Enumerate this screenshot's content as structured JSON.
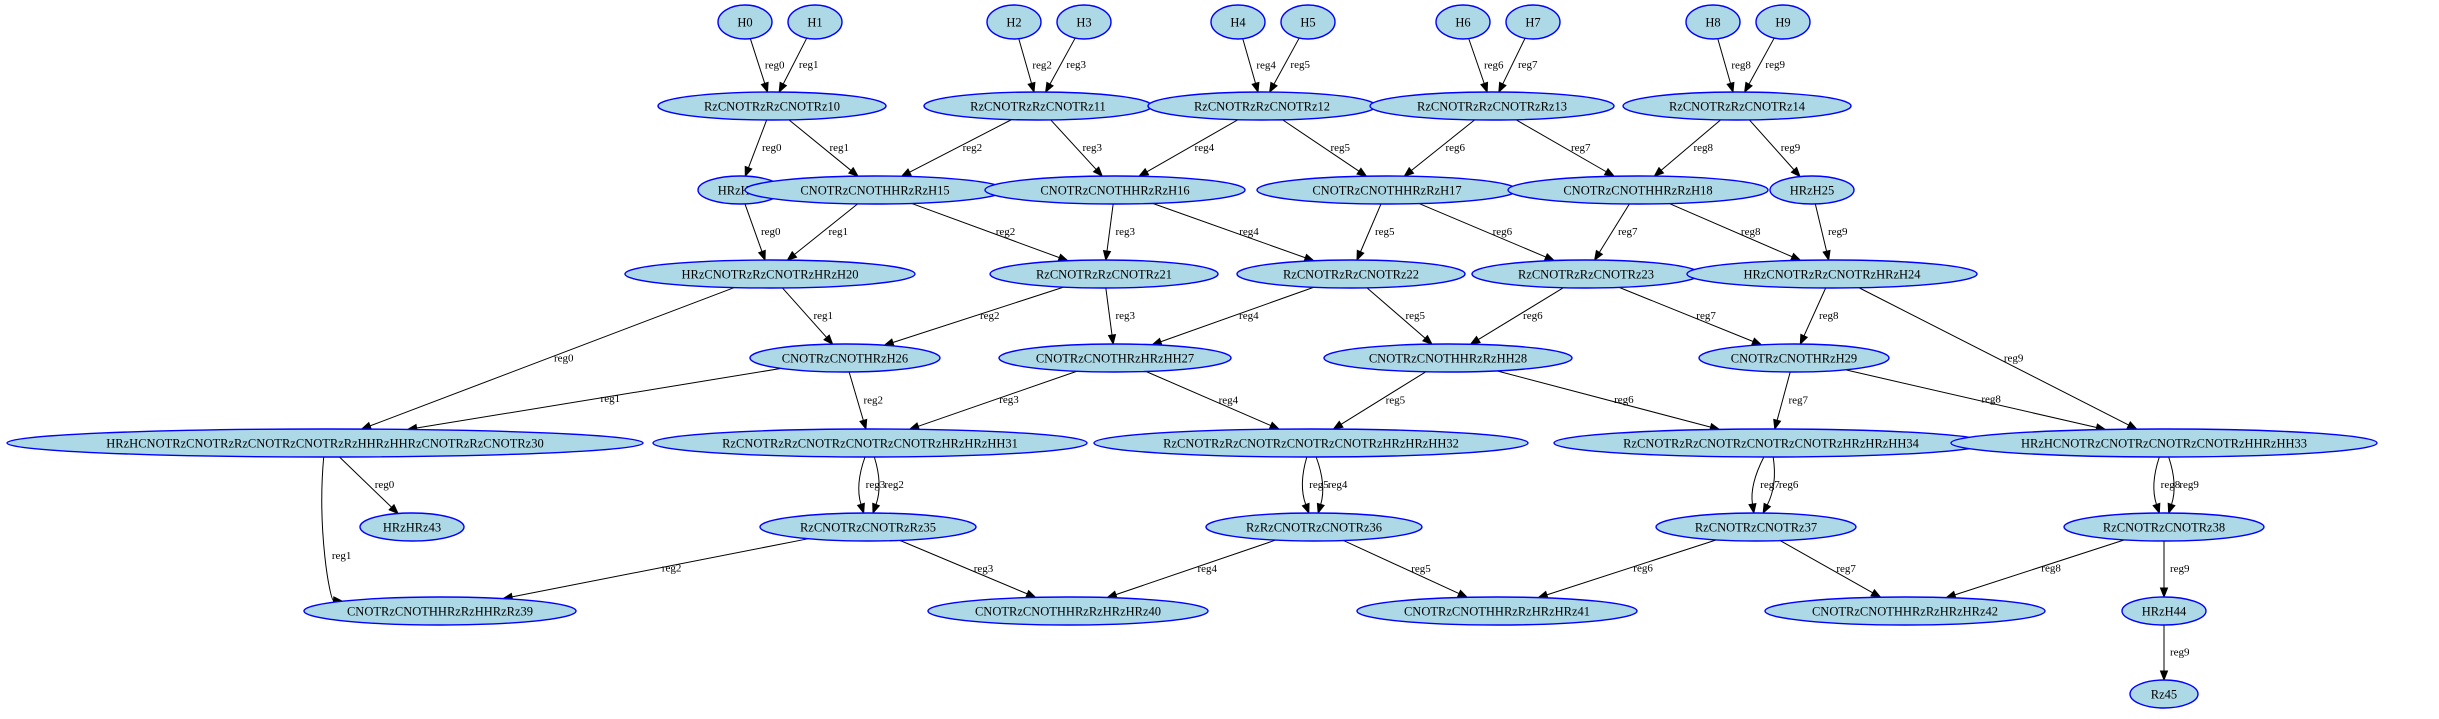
{
  "nodes": [
    {
      "id": "H0",
      "label": "H0"
    },
    {
      "id": "H1",
      "label": "H1"
    },
    {
      "id": "H2",
      "label": "H2"
    },
    {
      "id": "H3",
      "label": "H3"
    },
    {
      "id": "H4",
      "label": "H4"
    },
    {
      "id": "H5",
      "label": "H5"
    },
    {
      "id": "H6",
      "label": "H6"
    },
    {
      "id": "H7",
      "label": "H7"
    },
    {
      "id": "H8",
      "label": "H8"
    },
    {
      "id": "H9",
      "label": "H9"
    },
    {
      "id": "N10",
      "label": "RzCNOTRzRzCNOTRz10"
    },
    {
      "id": "N11",
      "label": "RzCNOTRzRzCNOTRz11"
    },
    {
      "id": "N12",
      "label": "RzCNOTRzRzCNOTRz12"
    },
    {
      "id": "N13",
      "label": "RzCNOTRzRzCNOTRzRz13"
    },
    {
      "id": "N14",
      "label": "RzCNOTRzRzCNOTRz14"
    },
    {
      "id": "N19",
      "label": "HRzH19"
    },
    {
      "id": "N15",
      "label": "CNOTRzCNOTHHRzRzH15"
    },
    {
      "id": "N16",
      "label": "CNOTRzCNOTHHRzRzH16"
    },
    {
      "id": "N17",
      "label": "CNOTRzCNOTHHRzRzH17"
    },
    {
      "id": "N18",
      "label": "CNOTRzCNOTHHRzRzH18"
    },
    {
      "id": "N25",
      "label": "HRzH25"
    },
    {
      "id": "N20",
      "label": "HRzCNOTRzRzCNOTRzHRzH20"
    },
    {
      "id": "N21",
      "label": "RzCNOTRzRzCNOTRz21"
    },
    {
      "id": "N22",
      "label": "RzCNOTRzRzCNOTRz22"
    },
    {
      "id": "N23",
      "label": "RzCNOTRzRzCNOTRz23"
    },
    {
      "id": "N24",
      "label": "HRzCNOTRzRzCNOTRzHRzH24"
    },
    {
      "id": "N26",
      "label": "CNOTRzCNOTHRzH26"
    },
    {
      "id": "N27",
      "label": "CNOTRzCNOTHRzHRzHH27"
    },
    {
      "id": "N28",
      "label": "CNOTRzCNOTHHRzRzHH28"
    },
    {
      "id": "N29",
      "label": "CNOTRzCNOTHRzH29"
    },
    {
      "id": "N30",
      "label": "HRzHCNOTRzCNOTRzRzCNOTRzCNOTRzRzHHRzHHRzCNOTRzRzCNOTRz30"
    },
    {
      "id": "N31",
      "label": "RzCNOTRzRzCNOTRzCNOTRzCNOTRzHRzHRzHH31"
    },
    {
      "id": "N32",
      "label": "RzCNOTRzRzCNOTRzCNOTRzCNOTRzHRzHRzHH32"
    },
    {
      "id": "N34",
      "label": "RzCNOTRzRzCNOTRzCNOTRzCNOTRzHRzHRzHH34"
    },
    {
      "id": "N33",
      "label": "HRzHCNOTRzCNOTRzCNOTRzCNOTRzHHRzHH33"
    },
    {
      "id": "N43",
      "label": "HRzHRz43"
    },
    {
      "id": "N35",
      "label": "RzCNOTRzCNOTRzRz35"
    },
    {
      "id": "N36",
      "label": "RzRzCNOTRzCNOTRz36"
    },
    {
      "id": "N37",
      "label": "RzCNOTRzCNOTRz37"
    },
    {
      "id": "N38",
      "label": "RzCNOTRzCNOTRz38"
    },
    {
      "id": "N39",
      "label": "CNOTRzCNOTHHRzRzHHRzRz39"
    },
    {
      "id": "N40",
      "label": "CNOTRzCNOTHHRzRzHRzHRz40"
    },
    {
      "id": "N41",
      "label": "CNOTRzCNOTHHRzRzHRzHRz41"
    },
    {
      "id": "N42",
      "label": "CNOTRzCNOTHHRzRzHRzHRz42"
    },
    {
      "id": "N44",
      "label": "HRzH44"
    },
    {
      "id": "N45",
      "label": "Rz45"
    }
  ],
  "edges": [
    {
      "from": "H0",
      "to": "N10",
      "label": "reg0"
    },
    {
      "from": "H1",
      "to": "N10",
      "label": "reg1"
    },
    {
      "from": "H2",
      "to": "N11",
      "label": "reg2"
    },
    {
      "from": "H3",
      "to": "N11",
      "label": "reg3"
    },
    {
      "from": "H4",
      "to": "N12",
      "label": "reg4"
    },
    {
      "from": "H5",
      "to": "N12",
      "label": "reg5"
    },
    {
      "from": "H6",
      "to": "N13",
      "label": "reg6"
    },
    {
      "from": "H7",
      "to": "N13",
      "label": "reg7"
    },
    {
      "from": "H8",
      "to": "N14",
      "label": "reg8"
    },
    {
      "from": "H9",
      "to": "N14",
      "label": "reg9"
    },
    {
      "from": "N10",
      "to": "N19",
      "label": "reg0"
    },
    {
      "from": "N10",
      "to": "N15",
      "label": "reg1"
    },
    {
      "from": "N11",
      "to": "N15",
      "label": "reg2"
    },
    {
      "from": "N11",
      "to": "N16",
      "label": "reg3"
    },
    {
      "from": "N12",
      "to": "N16",
      "label": "reg4"
    },
    {
      "from": "N12",
      "to": "N17",
      "label": "reg5"
    },
    {
      "from": "N13",
      "to": "N17",
      "label": "reg6"
    },
    {
      "from": "N13",
      "to": "N18",
      "label": "reg7"
    },
    {
      "from": "N14",
      "to": "N18",
      "label": "reg8"
    },
    {
      "from": "N14",
      "to": "N25",
      "label": "reg9"
    },
    {
      "from": "N19",
      "to": "N20",
      "label": "reg0"
    },
    {
      "from": "N15",
      "to": "N20",
      "label": "reg1"
    },
    {
      "from": "N15",
      "to": "N21",
      "label": "reg2"
    },
    {
      "from": "N16",
      "to": "N21",
      "label": "reg3"
    },
    {
      "from": "N16",
      "to": "N22",
      "label": "reg4"
    },
    {
      "from": "N17",
      "to": "N22",
      "label": "reg5"
    },
    {
      "from": "N17",
      "to": "N23",
      "label": "reg6"
    },
    {
      "from": "N18",
      "to": "N23",
      "label": "reg7"
    },
    {
      "from": "N18",
      "to": "N24",
      "label": "reg8"
    },
    {
      "from": "N25",
      "to": "N24",
      "label": "reg9"
    },
    {
      "from": "N20",
      "to": "N30",
      "label": "reg0"
    },
    {
      "from": "N20",
      "to": "N26",
      "label": "reg1"
    },
    {
      "from": "N21",
      "to": "N26",
      "label": "reg2"
    },
    {
      "from": "N21",
      "to": "N27",
      "label": "reg3"
    },
    {
      "from": "N22",
      "to": "N27",
      "label": "reg4"
    },
    {
      "from": "N22",
      "to": "N28",
      "label": "reg5"
    },
    {
      "from": "N23",
      "to": "N28",
      "label": "reg6"
    },
    {
      "from": "N23",
      "to": "N29",
      "label": "reg7"
    },
    {
      "from": "N24",
      "to": "N29",
      "label": "reg8"
    },
    {
      "from": "N24",
      "to": "N33",
      "label": "reg9"
    },
    {
      "from": "N26",
      "to": "N30",
      "label": "reg1"
    },
    {
      "from": "N26",
      "to": "N31",
      "label": "reg2"
    },
    {
      "from": "N27",
      "to": "N31",
      "label": "reg3"
    },
    {
      "from": "N27",
      "to": "N32",
      "label": "reg4"
    },
    {
      "from": "N28",
      "to": "N32",
      "label": "reg5"
    },
    {
      "from": "N28",
      "to": "N34",
      "label": "reg6"
    },
    {
      "from": "N29",
      "to": "N34",
      "label": "reg7"
    },
    {
      "from": "N29",
      "to": "N33",
      "label": "reg8"
    },
    {
      "from": "N30",
      "to": "N43",
      "label": "reg0"
    },
    {
      "from": "N30",
      "to": "N39",
      "label": "reg1"
    },
    {
      "from": "N31",
      "to": "N35",
      "label": "reg3"
    },
    {
      "from": "N31",
      "to": "N35",
      "label": "reg2"
    },
    {
      "from": "N32",
      "to": "N36",
      "label": "reg5"
    },
    {
      "from": "N32",
      "to": "N36",
      "label": "reg4"
    },
    {
      "from": "N34",
      "to": "N37",
      "label": "reg7"
    },
    {
      "from": "N34",
      "to": "N37",
      "label": "reg6"
    },
    {
      "from": "N33",
      "to": "N38",
      "label": "reg8"
    },
    {
      "from": "N33",
      "to": "N38",
      "label": "reg9"
    },
    {
      "from": "N35",
      "to": "N39",
      "label": "reg2"
    },
    {
      "from": "N35",
      "to": "N40",
      "label": "reg3"
    },
    {
      "from": "N36",
      "to": "N40",
      "label": "reg4"
    },
    {
      "from": "N36",
      "to": "N41",
      "label": "reg5"
    },
    {
      "from": "N37",
      "to": "N41",
      "label": "reg6"
    },
    {
      "from": "N37",
      "to": "N42",
      "label": "reg7"
    },
    {
      "from": "N38",
      "to": "N42",
      "label": "reg8"
    },
    {
      "from": "N38",
      "to": "N44",
      "label": "reg9"
    },
    {
      "from": "N44",
      "to": "N45",
      "label": "reg9"
    }
  ]
}
